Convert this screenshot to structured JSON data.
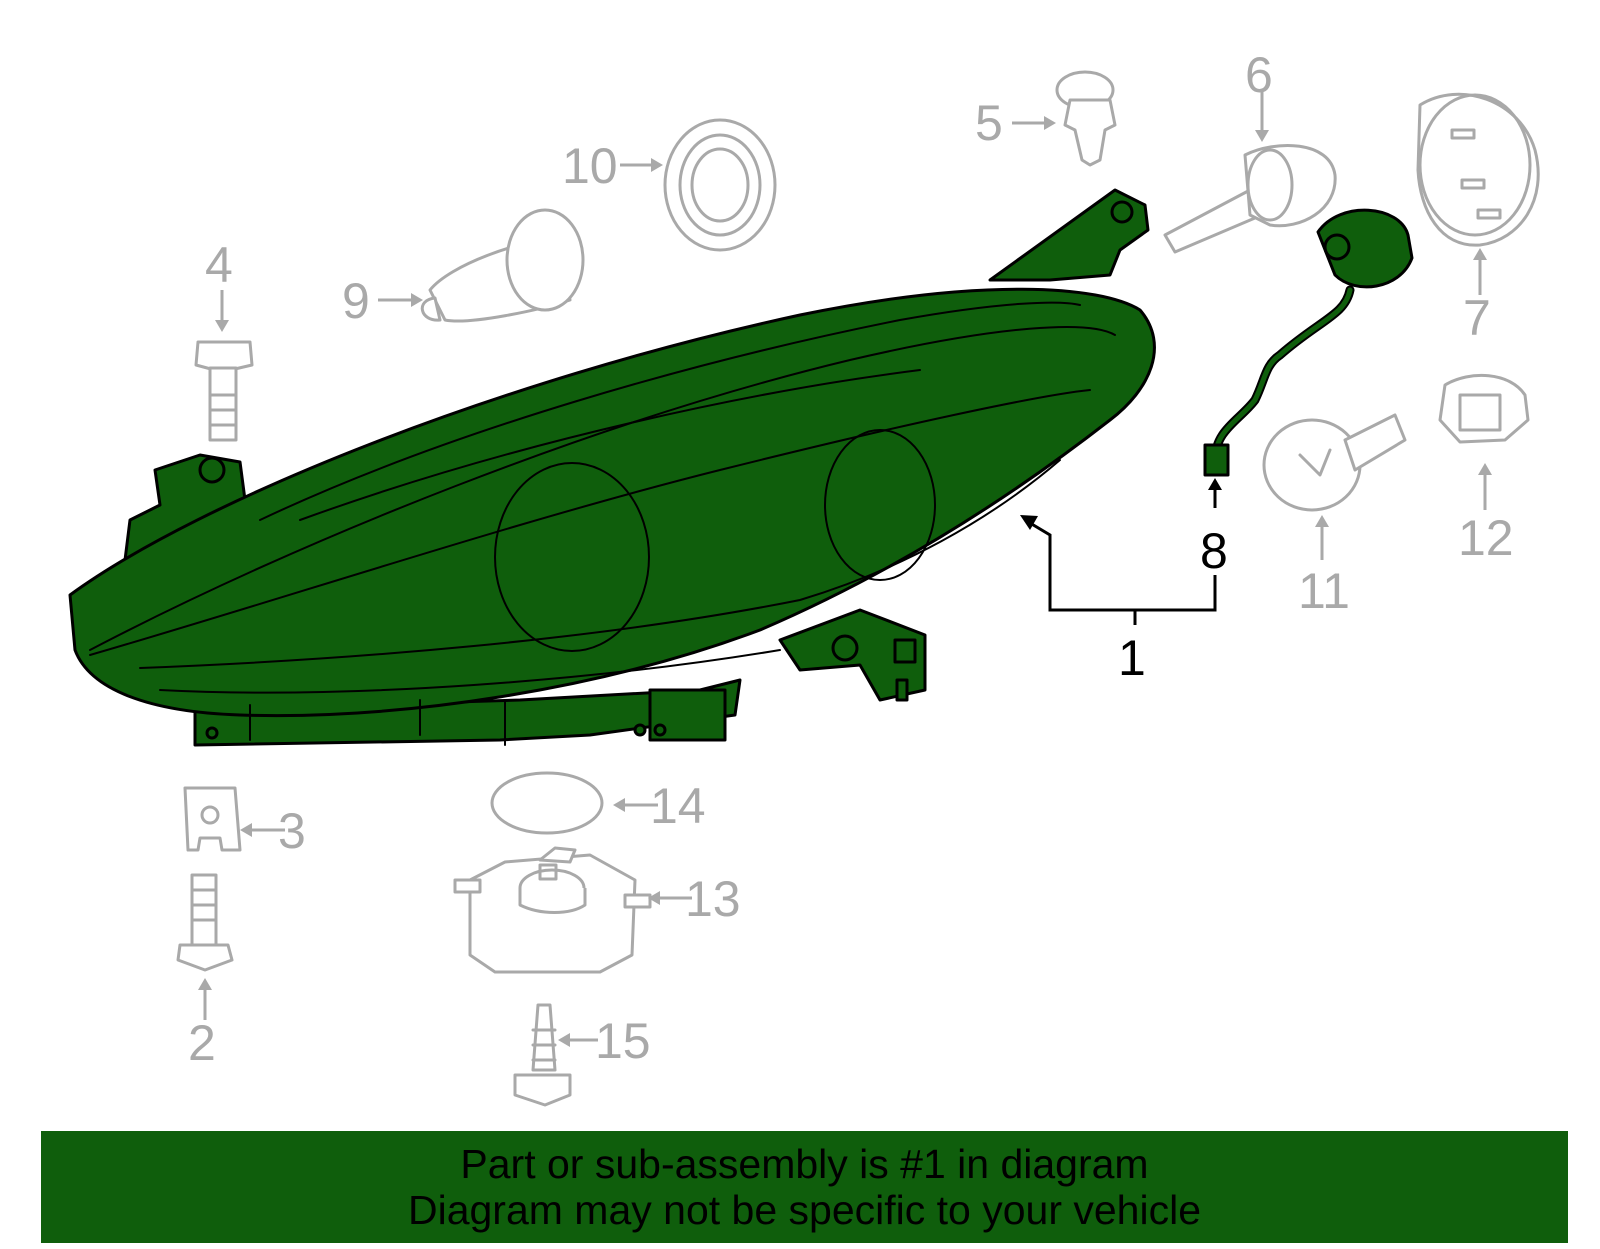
{
  "diagram": {
    "highlight_color": "#0f5e0c",
    "callout_color": "#a9a9a9",
    "callouts": [
      {
        "number": "1",
        "part": "headlamp-assembly",
        "highlighted": true
      },
      {
        "number": "2",
        "part": "bolt",
        "highlighted": false
      },
      {
        "number": "3",
        "part": "clip-nut",
        "highlighted": false
      },
      {
        "number": "4",
        "part": "bolt",
        "highlighted": false
      },
      {
        "number": "5",
        "part": "push-pin-clip",
        "highlighted": false
      },
      {
        "number": "6",
        "part": "bulb",
        "highlighted": false
      },
      {
        "number": "7",
        "part": "socket-cap",
        "highlighted": false
      },
      {
        "number": "8",
        "part": "wire-harness",
        "highlighted": true
      },
      {
        "number": "9",
        "part": "bulb",
        "highlighted": false
      },
      {
        "number": "10",
        "part": "seal-cap",
        "highlighted": false
      },
      {
        "number": "11",
        "part": "bulb",
        "highlighted": false
      },
      {
        "number": "12",
        "part": "socket",
        "highlighted": false
      },
      {
        "number": "13",
        "part": "ballast",
        "highlighted": false
      },
      {
        "number": "14",
        "part": "gasket",
        "highlighted": false
      },
      {
        "number": "15",
        "part": "screw",
        "highlighted": false
      }
    ]
  },
  "footer": {
    "line1": "Part or sub-assembly is #1 in diagram",
    "line2": "Diagram may not be specific to your vehicle"
  }
}
